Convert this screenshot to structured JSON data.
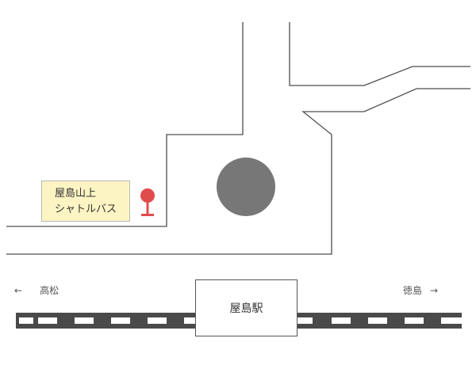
{
  "map": {
    "bus_stop": {
      "label_lines": [
        "屋島山上",
        "シャトルバス"
      ],
      "marker_color": "#e04c4c",
      "label_background": "#fdf4c3"
    },
    "station": {
      "name": "屋島駅"
    },
    "directions": {
      "left": {
        "label": "高松",
        "arrow": "←"
      },
      "right": {
        "label": "徳島",
        "arrow": "→"
      }
    },
    "colors": {
      "road": "#4d4d4d",
      "roundabout": "#777777",
      "rail": "#4a4a4a",
      "rail_tie": "#ffffff"
    }
  }
}
